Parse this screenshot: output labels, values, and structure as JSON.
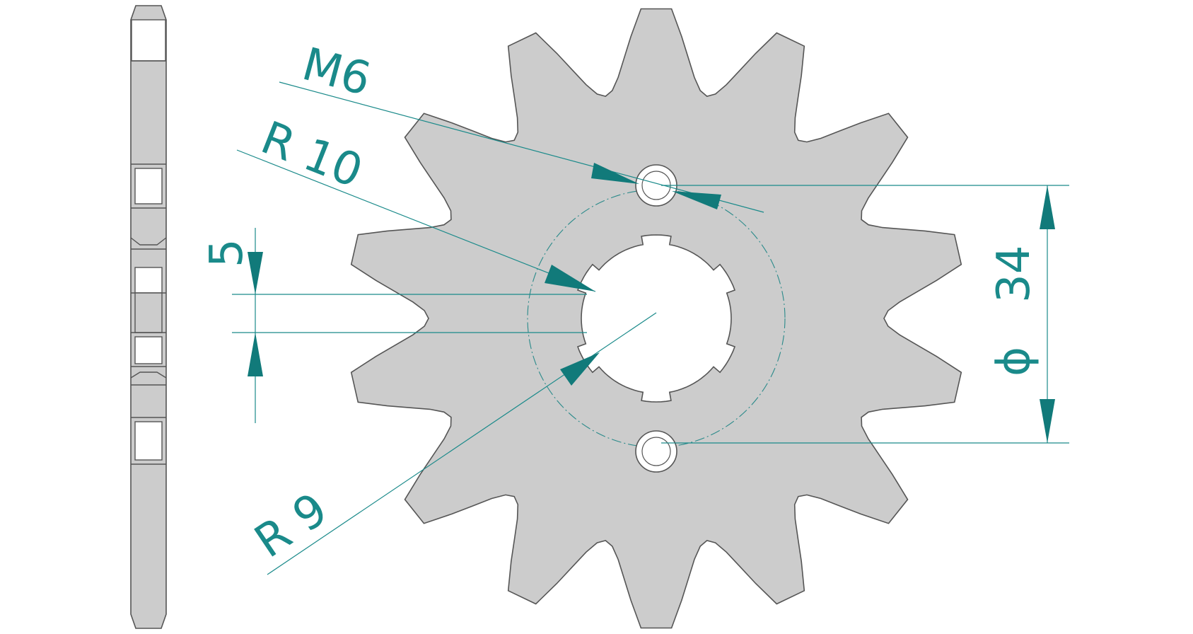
{
  "drawing": {
    "accent_color": "#1a8a8a",
    "part_color": "#cccccc",
    "outline_color": "#555555",
    "teeth": 14,
    "labels": {
      "thread": "M6",
      "radius_outer": "R 10",
      "radius_inner": "R 9",
      "offset": "5",
      "pcd_symbol": "ϕ",
      "pcd_value": "34"
    }
  }
}
